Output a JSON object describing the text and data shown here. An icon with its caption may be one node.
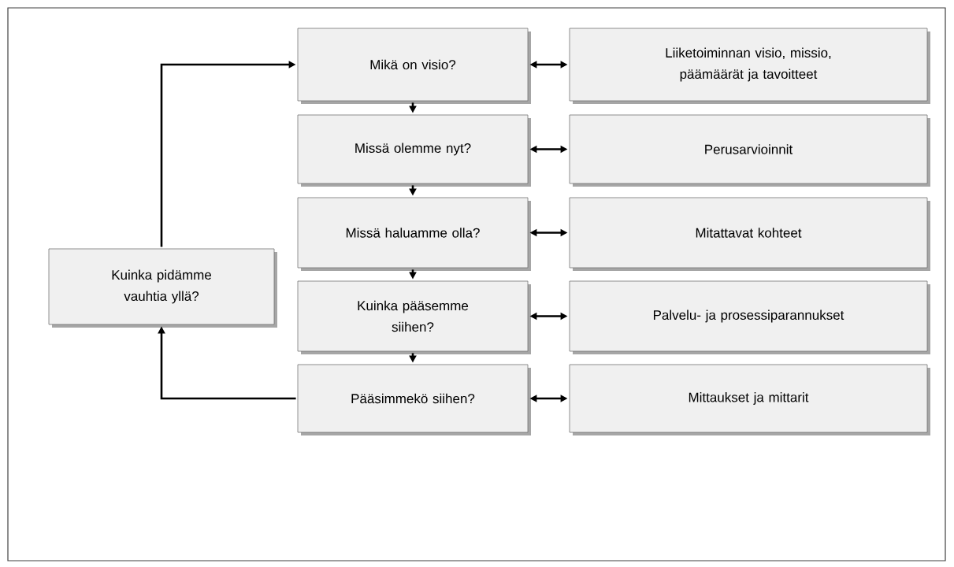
{
  "diagram": {
    "nodes": [
      {
        "text": [
          "Mikä on visio?"
        ]
      },
      {
        "text": [
          "Missä olemme nyt?"
        ]
      },
      {
        "text": [
          "Missä haluamme olla?"
        ]
      },
      {
        "text": [
          "Kuinka pääsemme siihen?"
        ]
      },
      {
        "text": [
          "Pääsimmekö siihen?"
        ]
      },
      {
        "text": [
          "Liiketoiminnan visio, missio, päämäärät ja tavoitteet"
        ]
      },
      {
        "text": [
          "Perusarvioinnit"
        ]
      },
      {
        "text": [
          "Mitattavat kohteet"
        ]
      },
      {
        "text": [
          "Palvelu- ja prosessiparannukset"
        ]
      },
      {
        "text": [
          "Mittaukset ja mittarit"
        ]
      },
      {
        "text": [
          "Kuinka pidämme vauhtia yllä?"
        ]
      }
    ],
    "edges": [
      {
        "from": 0,
        "to": 1,
        "arrow": "to"
      },
      {
        "from": 1,
        "to": 2,
        "arrow": "to"
      },
      {
        "from": 2,
        "to": 3,
        "arrow": "to"
      },
      {
        "from": 3,
        "to": 4,
        "arrow": "to"
      },
      {
        "from": 0,
        "to": 5,
        "arrow": "both"
      },
      {
        "from": 1,
        "to": 6,
        "arrow": "both"
      },
      {
        "from": 2,
        "to": 7,
        "arrow": "both"
      },
      {
        "from": 3,
        "to": 8,
        "arrow": "both"
      },
      {
        "from": 4,
        "to": 9,
        "arrow": "both"
      },
      {
        "from": 4,
        "to": 10,
        "arrow": "to"
      },
      {
        "from": 10,
        "to": 0,
        "arrow": "to"
      }
    ]
  }
}
